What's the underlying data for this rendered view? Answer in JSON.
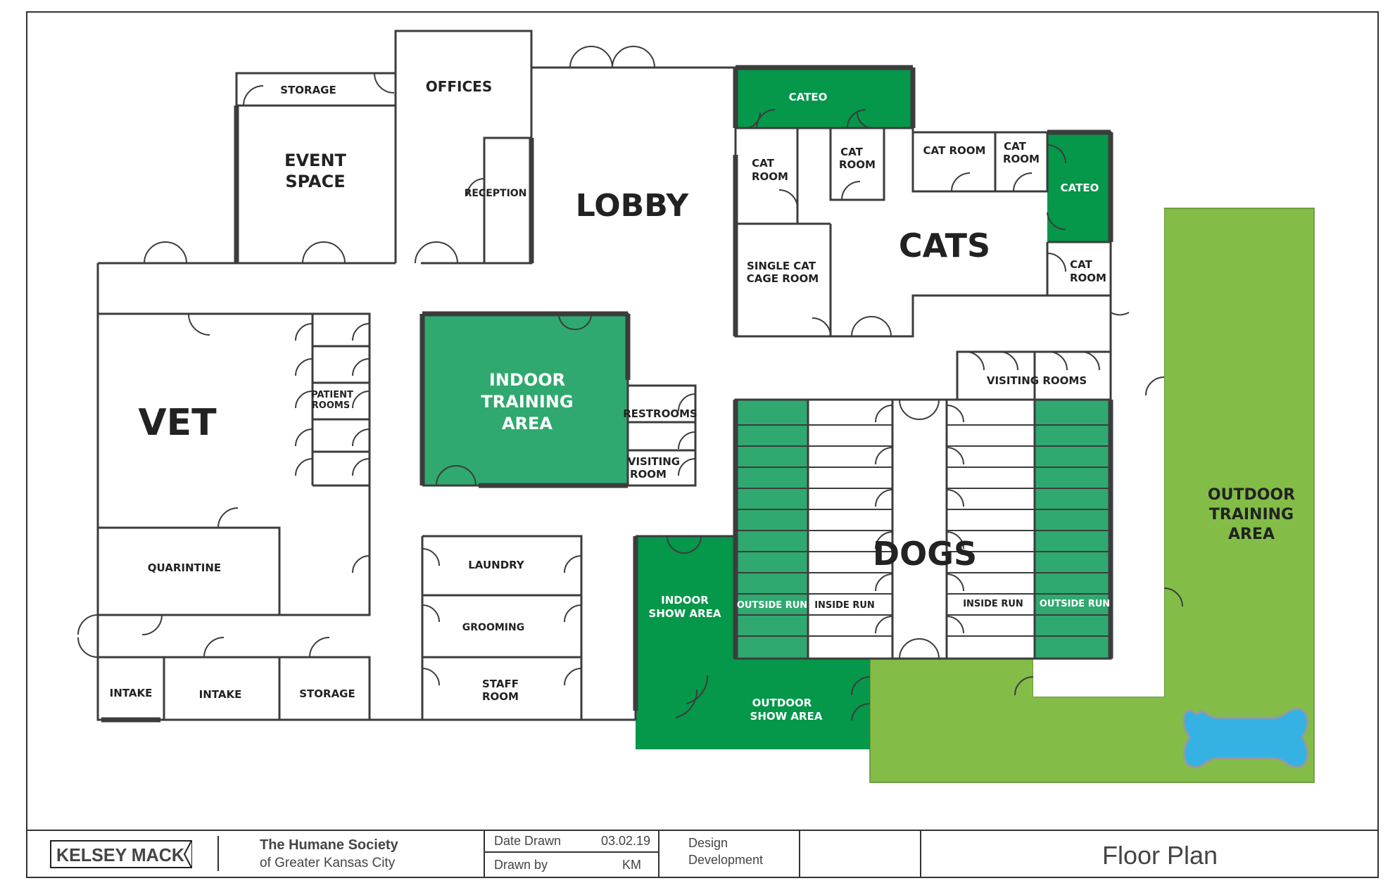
{
  "plan": {
    "rooms": {
      "storage_top": "STORAGE",
      "offices": "OFFICES",
      "event_space": [
        "EVENT",
        "SPACE"
      ],
      "reception": "RECEPTION",
      "lobby": "LOBBY",
      "cateo_top": "CATEO",
      "cat_room_1": [
        "CAT",
        "ROOM"
      ],
      "cat_room_2": [
        "CAT",
        "ROOM"
      ],
      "cat_room_3": "CAT ROOM",
      "cat_room_4": [
        "CAT",
        "ROOM"
      ],
      "cateo_right": "CATEO",
      "single_cat_cage_room": [
        "SINGLE CAT",
        "CAGE ROOM"
      ],
      "cats": "CATS",
      "cat_room_5": [
        "CAT",
        "ROOM"
      ],
      "vet": "VET",
      "patient_rooms": [
        "PATIENT",
        "ROOMS"
      ],
      "indoor_training_area": [
        "INDOOR",
        "TRAINING",
        "AREA"
      ],
      "restrooms": "RESTROOMS",
      "visiting_room": [
        "VISITING",
        "ROOM"
      ],
      "visiting_rooms": "VISITING ROOMS",
      "quarintine": "QUARINTINE",
      "laundry": "LAUNDRY",
      "grooming": "GROOMING",
      "staff_room": [
        "STAFF",
        "ROOM"
      ],
      "indoor_show_area": [
        "INDOOR",
        "SHOW AREA"
      ],
      "outside_run_left": "OUTSIDE RUN",
      "inside_run_left": "INSIDE RUN",
      "dogs": "DOGS",
      "inside_run_right": "INSIDE RUN",
      "outside_run_right": "OUTSIDE RUN",
      "outdoor_training_area": [
        "OUTDOOR",
        "TRAINING",
        "AREA"
      ],
      "intake_1": "INTAKE",
      "intake_2": "INTAKE",
      "storage_bottom": "STORAGE",
      "outdoor_show_area": [
        "OUTDOOR",
        "SHOW AREA"
      ]
    }
  },
  "title_block": {
    "logo_text": "KELSEY MACK",
    "org_line1": "The Humane Society",
    "org_line2": "of Greater Kansas City",
    "date_drawn_label": "Date Drawn",
    "date_drawn_value": "03.02.19",
    "drawn_by_label": "Drawn by",
    "drawn_by_value": "KM",
    "phase_line1": "Design",
    "phase_line2": "Development",
    "sheet_title": "Floor Plan"
  },
  "colors": {
    "wall": "#3c3c3c",
    "dark_green": "#05974a",
    "mid_green": "#2fa96f",
    "light_green": "#83bd48",
    "pool_blue": "#35b2e3",
    "org_blue": "#4a6fa5"
  }
}
